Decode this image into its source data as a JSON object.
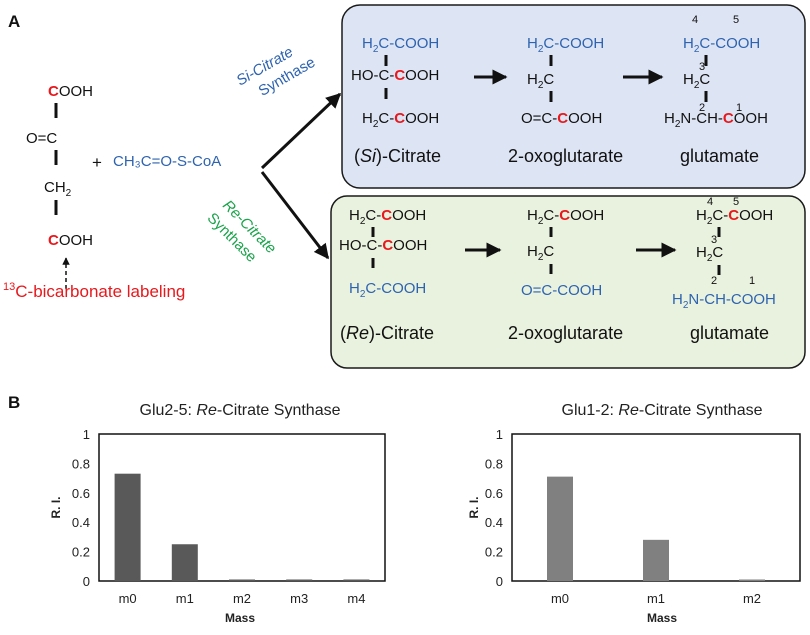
{
  "panel_a": {
    "label": "A",
    "bicarb": {
      "c1": "C",
      "c1_rest": "OOH",
      "oc": "O=C",
      "ch": "CH",
      "ch_sub": "2",
      "c4": "C",
      "c4_rest": "OOH",
      "labeling_sup": "13",
      "labeling": "C-bicarbonate labeling"
    },
    "plus": "+",
    "acetyl": "CH₃C=O-S-CoA",
    "si_synthase": {
      "line1": "Si-Citrate",
      "line2": "Synthase"
    },
    "re_synthase": {
      "line1": "Re-Citrate",
      "line2": "Synthase"
    },
    "si": {
      "top_pre": "H",
      "top_sub": "2",
      "top_post": "C-COOH",
      "mid_pre": "HO-C-",
      "mid_red": "C",
      "mid_post": "OOH",
      "bot_pre": "H",
      "bot_sub": "2",
      "bot_mid": "C-",
      "bot_red": "C",
      "bot_post": "OOH",
      "caption_open": "(",
      "caption_italic": "Si",
      "caption_rest": ")-Citrate",
      "og_top_pre": "H",
      "og_top_sub": "2",
      "og_top_post": "C-COOH",
      "og_mid_pre": "H",
      "og_mid_sub": "2",
      "og_mid_post": "C",
      "og_bot_pre": "O=C-",
      "og_bot_red": "C",
      "og_bot_post": "OOH",
      "og_caption": "2-oxoglutarate",
      "glu_top_pre": "H",
      "glu_top_sub": "2",
      "glu_top_post": "C-COOH",
      "glu_mid_pre": "H",
      "glu_mid_sub": "2",
      "glu_mid_post": "C",
      "glu_bot_pre": "H",
      "glu_bot_sub": "2",
      "glu_bot_mid": "N-CH-",
      "glu_bot_red": "C",
      "glu_bot_post": "OOH",
      "glu_caption": "glutamate",
      "num_4": "4",
      "num_5": "5",
      "num_3": "3",
      "num_2": "2",
      "num_1": "1"
    },
    "re": {
      "top_pre": "H",
      "top_sub": "2",
      "top_mid": "C-",
      "top_red": "C",
      "top_post": "OOH",
      "mid_pre": "HO-C-",
      "mid_red": "C",
      "mid_post": "OOH",
      "bot_pre": "H",
      "bot_sub": "2",
      "bot_post": "C-COOH",
      "caption_open": "(",
      "caption_italic": "Re",
      "caption_rest": ")-Citrate",
      "og_top_pre": "H",
      "og_top_sub": "2",
      "og_top_mid": "C-",
      "og_top_red": "C",
      "og_top_post": "OOH",
      "og_mid_pre": "H",
      "og_mid_sub": "2",
      "og_mid_post": "C",
      "og_bot": "O=C-COOH",
      "og_caption": "2-oxoglutarate",
      "glu_top_pre": "H",
      "glu_top_sub": "2",
      "glu_top_mid": "C-",
      "glu_top_red": "C",
      "glu_top_post": "OOH",
      "glu_mid_pre": "H",
      "glu_mid_sub": "2",
      "glu_mid_post": "C",
      "glu_bot_pre": "H",
      "glu_bot_sub": "2",
      "glu_bot_post": "N-CH-COOH",
      "glu_caption": "glutamate",
      "num_4": "4",
      "num_5": "5",
      "num_3": "3",
      "num_2": "2",
      "num_1": "1"
    },
    "colors": {
      "blue": "#2e63b0",
      "green": "#19a34a",
      "red": "#e8181c",
      "si_box": "#dde4f4",
      "re_box": "#e9f2de"
    }
  },
  "panel_b": {
    "label": "B"
  },
  "chart_data": [
    {
      "type": "bar",
      "title": "Glu2-5: Re-Citrate Synthase",
      "title_pre": "Glu2-5: ",
      "title_italic": "Re",
      "title_post": "-Citrate Synthase",
      "categories": [
        "m0",
        "m1",
        "m2",
        "m3",
        "m4"
      ],
      "values": [
        0.73,
        0.25,
        0.005,
        0.003,
        0.003
      ],
      "xlabel": "Mass",
      "ylabel": "R. I.",
      "ylim": [
        0,
        1
      ],
      "yticks": [
        "0",
        "0.2",
        "0.4",
        "0.6",
        "0.8",
        "1"
      ],
      "bar_color": "#595959",
      "grid": false
    },
    {
      "type": "bar",
      "title": "Glu1-2: Re-Citrate Synthase",
      "title_pre": "Glu1-2: ",
      "title_italic": "Re",
      "title_post": "-Citrate Synthase",
      "categories": [
        "m0",
        "m1",
        "m2"
      ],
      "values": [
        0.71,
        0.28,
        0.01
      ],
      "xlabel": "Mass",
      "ylabel": "R. I.",
      "ylim": [
        0,
        1
      ],
      "yticks": [
        "0",
        "0.2",
        "0.4",
        "0.6",
        "0.8",
        "1"
      ],
      "bar_color": "#808080",
      "grid": false
    }
  ]
}
